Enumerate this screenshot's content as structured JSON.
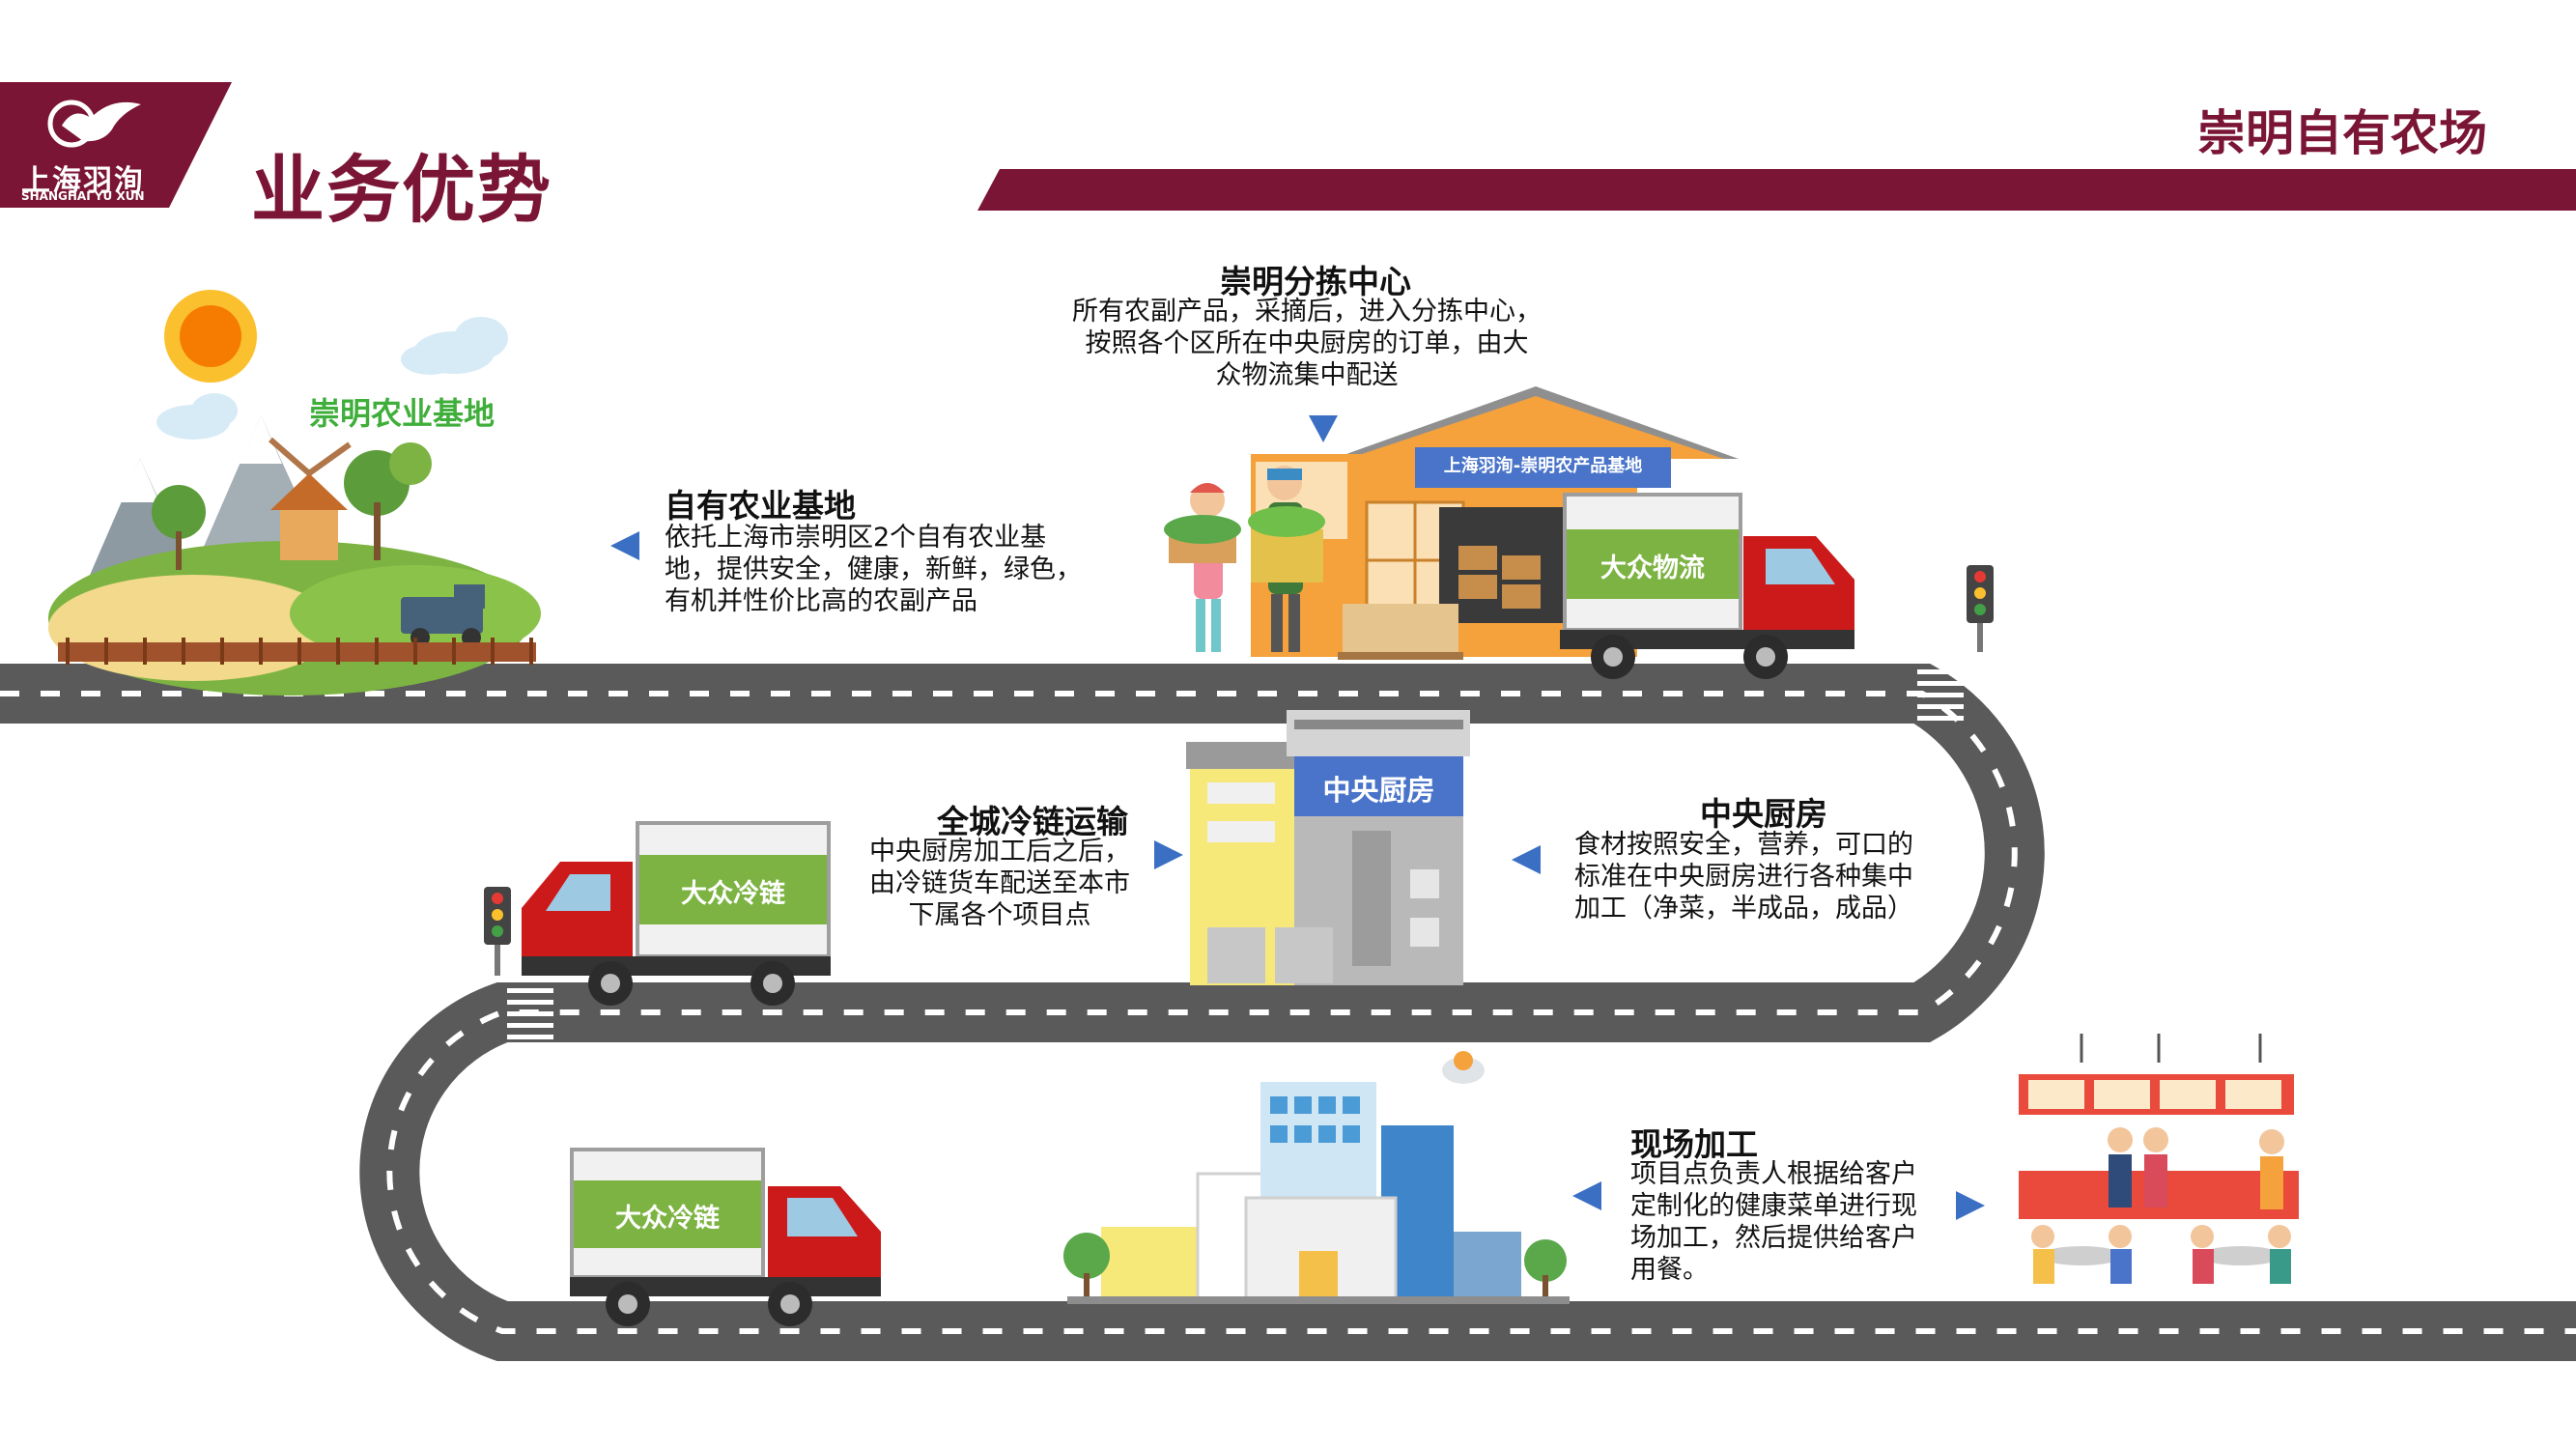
{
  "brand": {
    "name": "上海羽洵",
    "subtitle": "SHANGHAI YU XUN"
  },
  "page": {
    "title": "业务优势",
    "header_right": "崇明自有农场"
  },
  "farm": {
    "label": "崇明农业基地"
  },
  "steps": [
    {
      "title": "自有农业基地",
      "lines": [
        "依托上海市崇明区2个自有农业基",
        "地，提供安全，健康，新鲜，绿色，",
        "有机并性价比高的农副产品"
      ]
    },
    {
      "title": "崇明分拣中心",
      "lines": [
        "所有农副产品，采摘后，进入分拣中心，",
        "按照各个区所在中央厨房的订单，由大",
        "众物流集中配送"
      ]
    },
    {
      "title": "中央厨房",
      "lines": [
        "食材按照安全，营养，可口的",
        "标准在中央厨房进行各种集中",
        "加工（净菜，半成品，成品）"
      ]
    },
    {
      "title": "全城冷链运输",
      "lines": [
        "中央厨房加工后之后，",
        "由冷链货车配送至本市",
        "下属各个项目点"
      ]
    },
    {
      "title": "现场加工",
      "lines": [
        "项目点负责人根据给客户",
        "定制化的健康菜单进行现",
        "场加工，然后提供给客户",
        "用餐。"
      ]
    }
  ],
  "warehouse": {
    "sign": "上海羽洵-崇明农产品基地"
  },
  "kitchen": {
    "sign": "中央厨房"
  },
  "trucks": {
    "logistics": "大众物流",
    "cold_chain": "大众冷链"
  },
  "colors": {
    "brand": "#7b1535",
    "road": "#5a5a5a",
    "green": "#7cb342",
    "truck_red": "#cc1a1a",
    "arrow": "#3b6fc4"
  }
}
